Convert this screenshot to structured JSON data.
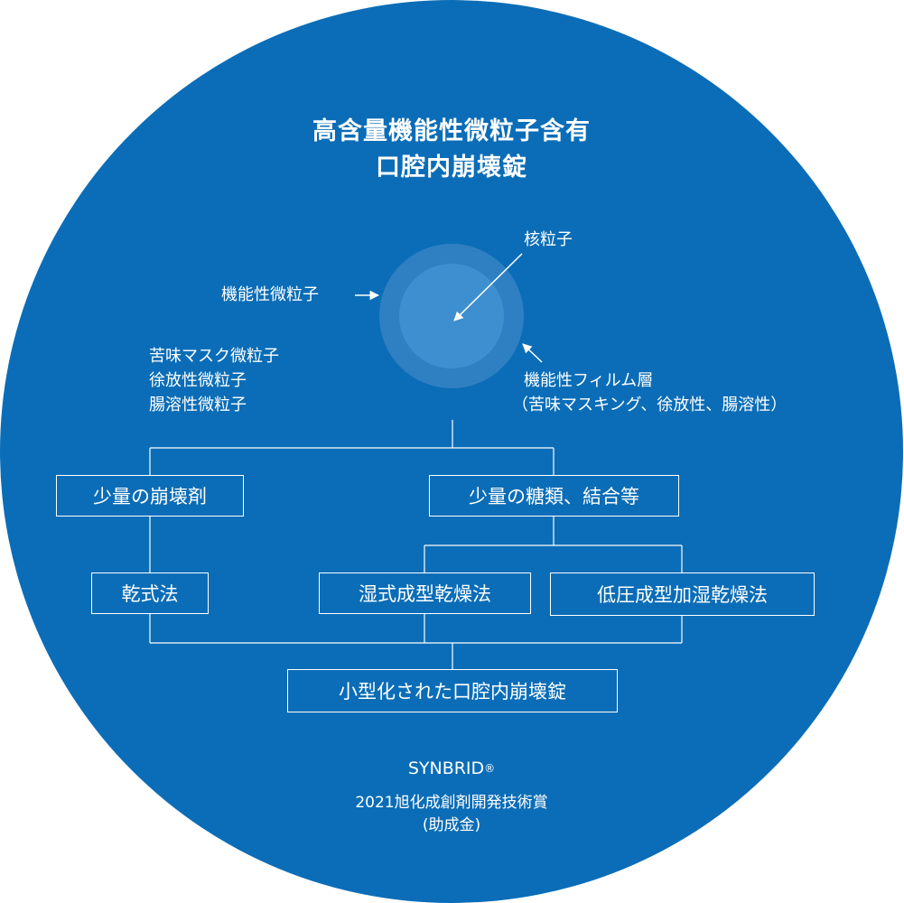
{
  "title": {
    "line1": "高含量機能性微粒子含有",
    "line2": "口腔内崩壊錠"
  },
  "particle_labels": {
    "core": "核粒子",
    "functional_microparticle": "機能性微粒子",
    "types": [
      "苦味マスク微粒子",
      "徐放性微粒子",
      "腸溶性微粒子"
    ],
    "film_layer": "機能性フィルム層",
    "film_layer_note": "（苦味マスキング、徐放性、腸溶性）"
  },
  "boxes": {
    "disintegrant": "少量の崩壊剤",
    "sugar_binder": "少量の糖類、結合等",
    "dry_method": "乾式法",
    "wet_molding": "湿式成型乾燥法",
    "low_pressure_molding": "低圧成型加湿乾燥法",
    "result": "小型化された口腔内崩壊錠"
  },
  "footer": {
    "brand": "SYNBRID",
    "registered_mark": "®",
    "award": "2021旭化成創剤開発技術賞",
    "award_note": "(助成金)"
  },
  "colors": {
    "disc": "#0b6db7",
    "particle_outer": "#2f80c2",
    "particle_inner": "#3e8fcf",
    "lines": "#ffffff"
  }
}
